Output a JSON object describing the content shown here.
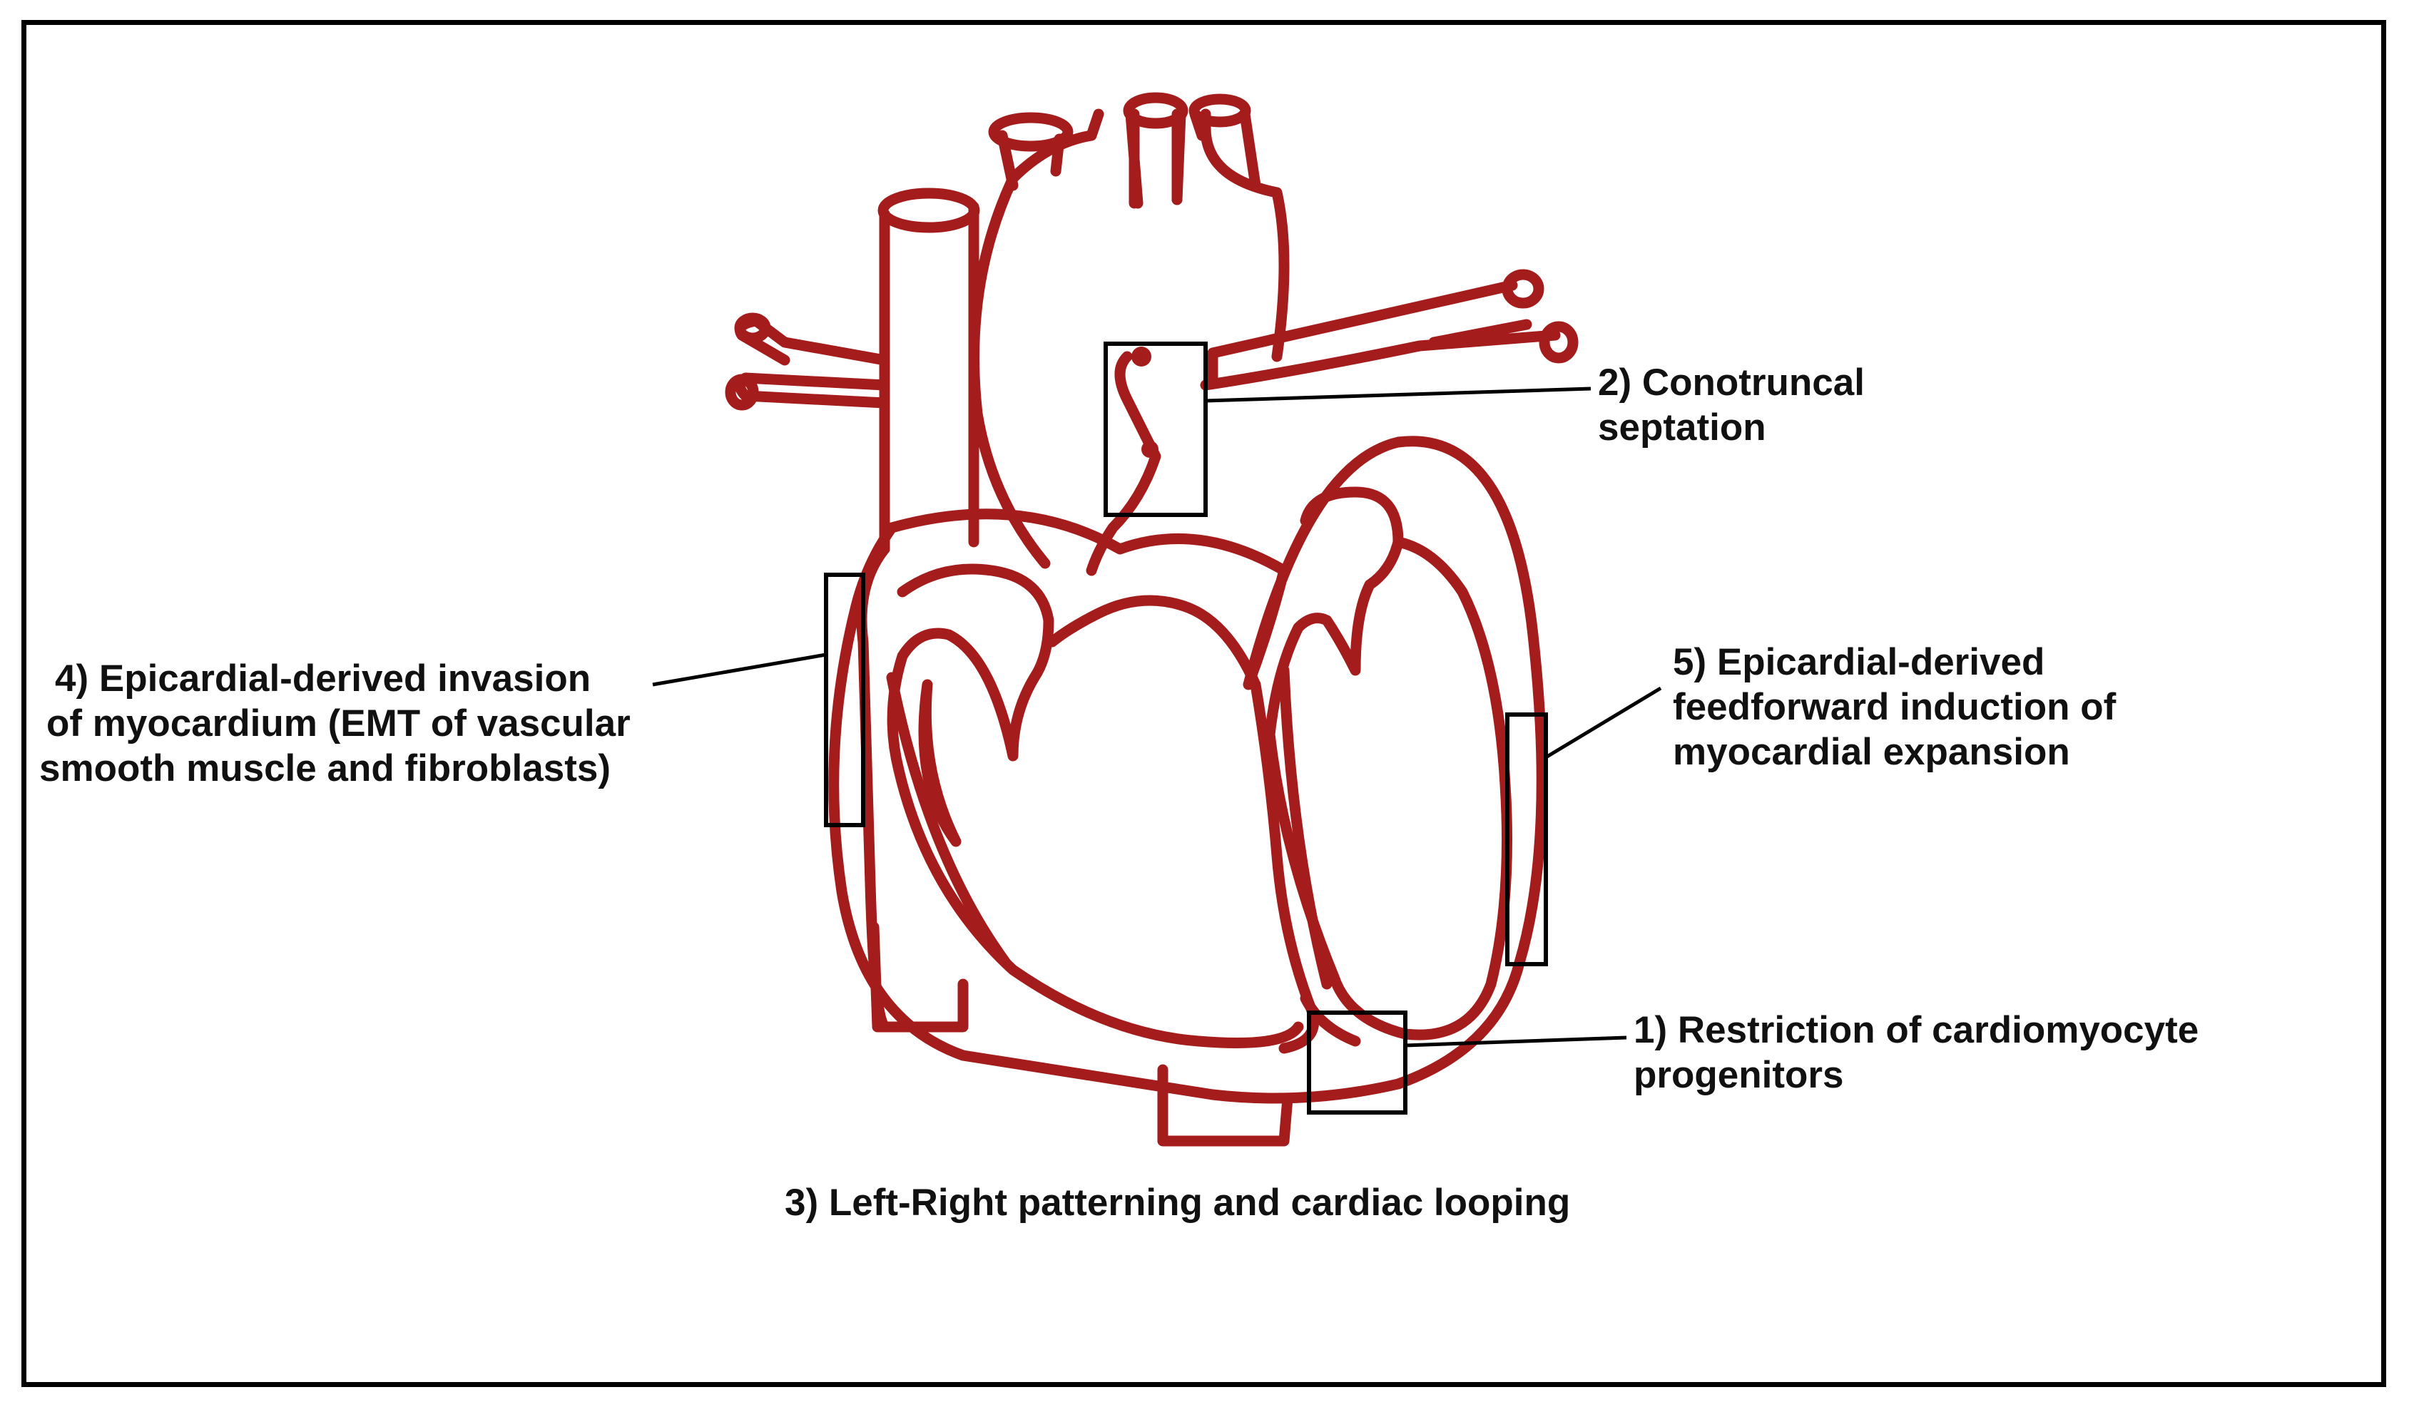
{
  "colors": {
    "heart_outline": "#a51c1c",
    "frame": "#000000",
    "text": "#111111",
    "background": "#ffffff"
  },
  "labels": {
    "l1": {
      "line1": "1) Restriction of cardiomyocyte",
      "line2": "progenitors"
    },
    "l2": {
      "line1": "2) Conotruncal",
      "line2": "septation"
    },
    "l3": {
      "line1": "3) Left-Right patterning and cardiac looping"
    },
    "l4": {
      "line1": "4) Epicardial-derived invasion",
      "line2": "of myocardium (EMT of vascular",
      "line3": "smooth muscle and fibroblasts)"
    },
    "l5": {
      "line1": "5) Epicardial-derived",
      "line2": "feedforward induction of",
      "line3": "myocardial expansion"
    }
  }
}
